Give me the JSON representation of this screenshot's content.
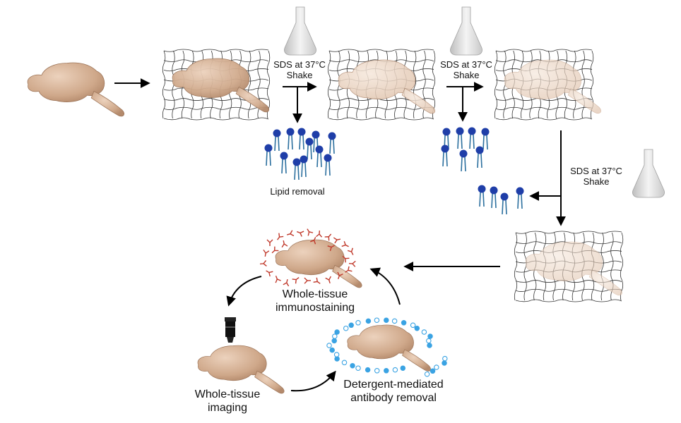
{
  "labels": {
    "sds_1": "SDS at 37°C",
    "shake_1": "Shake",
    "sds_2": "SDS at 37°C",
    "shake_2": "Shake",
    "sds_3": "SDS at 37°C",
    "shake_3": "Shake",
    "lipid_removal": "Lipid removal",
    "immunostaining_1": "Whole-tissue",
    "immunostaining_2": "immunostaining",
    "imaging_1": "Whole-tissue",
    "imaging_2": "imaging",
    "antibody_removal_1": "Detergent-mediated",
    "antibody_removal_2": "antibody removal"
  },
  "colors": {
    "tissue_opaque": "#d9b69a",
    "tissue_clear": "#efd9c8",
    "mesh": "#333333",
    "lipid_head": "#1f3ea8",
    "lipid_tail": "#2b6f9e",
    "antibody": "#c0392b",
    "detergent": "#3aa3e3",
    "arrow": "#000000",
    "flask": "#dcdcdc"
  }
}
